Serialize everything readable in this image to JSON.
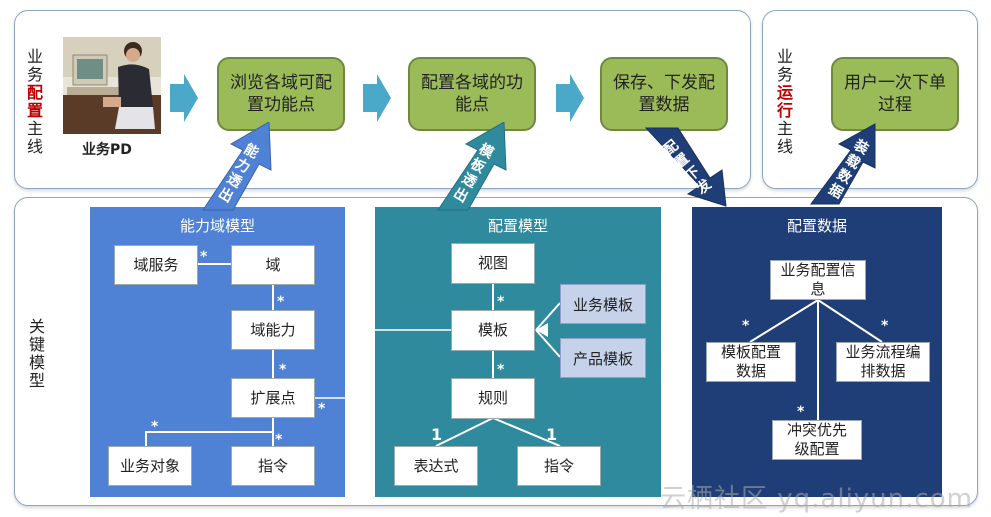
{
  "top_left_label": [
    "业",
    "务",
    "配",
    "置",
    "主",
    "线"
  ],
  "top_right_label": [
    "业",
    "务",
    "运",
    "行",
    "主",
    "线"
  ],
  "bottom_label": [
    "关",
    "键",
    "模",
    "型"
  ],
  "pd_caption": "业务PD",
  "flow_steps": [
    "浏览各域可配置功能点",
    "配置各域的功能点",
    "保存、下发配置数据",
    "用户一次下单过程"
  ],
  "up_arrows": {
    "ability": "能力透出",
    "template": "模板透出",
    "config": "配置下发",
    "load": "装载数据"
  },
  "ability_model": {
    "title": "能力域模型",
    "nodes": {
      "domain_service": "域服务",
      "domain": "域",
      "domain_capability": "域能力",
      "extension_point": "扩展点",
      "business_object": "业务对象",
      "instruction": "指令"
    }
  },
  "config_model": {
    "title": "配置模型",
    "nodes": {
      "view": "视图",
      "template": "模板",
      "business_template": "业务模板",
      "product_template": "产品模板",
      "rule": "规则",
      "expression": "表达式",
      "instruction": "指令"
    }
  },
  "config_data": {
    "title": "配置数据",
    "nodes": {
      "business_config": "业务配置信息",
      "template_config": "模板配置数据",
      "flow_orchestration": "业务流程编排数据",
      "conflict_priority": "冲突优先级配置"
    }
  },
  "multiplicity": {
    "star": "*",
    "one": "1"
  },
  "watermark": "云栖社区 yq.aliyun.com",
  "colors": {
    "flow_box": "#9bbb59",
    "ability_area": "#4f81d4",
    "config_model_area": "#2f8a9e",
    "config_data_area": "#1f3e78",
    "chevron": "#4aa8c9"
  }
}
